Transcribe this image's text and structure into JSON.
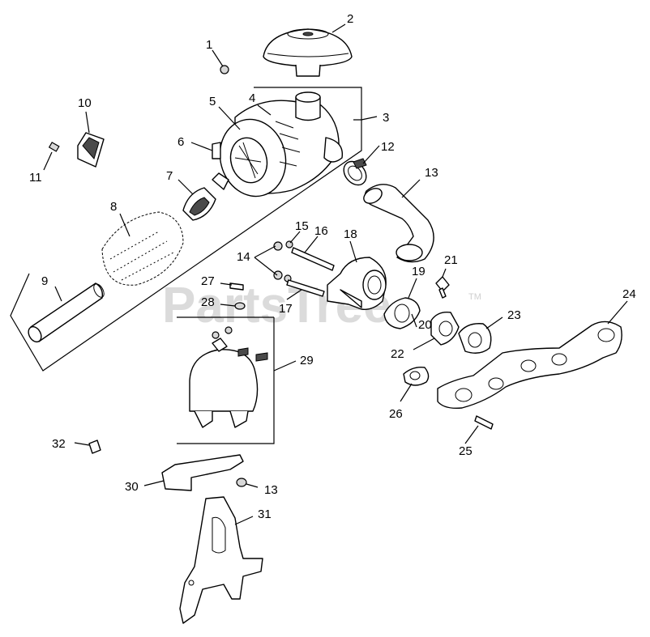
{
  "diagram": {
    "watermark": "PartsTree",
    "watermark_tm": "TM",
    "callouts": [
      {
        "id": "c1",
        "label": "1"
      },
      {
        "id": "c2",
        "label": "2"
      },
      {
        "id": "c3",
        "label": "3"
      },
      {
        "id": "c4",
        "label": "4"
      },
      {
        "id": "c5",
        "label": "5"
      },
      {
        "id": "c6",
        "label": "6"
      },
      {
        "id": "c7",
        "label": "7"
      },
      {
        "id": "c8",
        "label": "8"
      },
      {
        "id": "c9",
        "label": "9"
      },
      {
        "id": "c10",
        "label": "10"
      },
      {
        "id": "c11",
        "label": "11"
      },
      {
        "id": "c12",
        "label": "12"
      },
      {
        "id": "c13a",
        "label": "13"
      },
      {
        "id": "c13b",
        "label": "13"
      },
      {
        "id": "c14",
        "label": "14"
      },
      {
        "id": "c15",
        "label": "15"
      },
      {
        "id": "c16",
        "label": "16"
      },
      {
        "id": "c17",
        "label": "17"
      },
      {
        "id": "c18",
        "label": "18"
      },
      {
        "id": "c19",
        "label": "19"
      },
      {
        "id": "c20",
        "label": "20"
      },
      {
        "id": "c21",
        "label": "21"
      },
      {
        "id": "c22",
        "label": "22"
      },
      {
        "id": "c23",
        "label": "23"
      },
      {
        "id": "c24",
        "label": "24"
      },
      {
        "id": "c25",
        "label": "25"
      },
      {
        "id": "c26",
        "label": "26"
      },
      {
        "id": "c27",
        "label": "27"
      },
      {
        "id": "c28",
        "label": "28"
      },
      {
        "id": "c29",
        "label": "29"
      },
      {
        "id": "c30",
        "label": "30"
      },
      {
        "id": "c31",
        "label": "31"
      },
      {
        "id": "c32",
        "label": "32"
      }
    ]
  }
}
